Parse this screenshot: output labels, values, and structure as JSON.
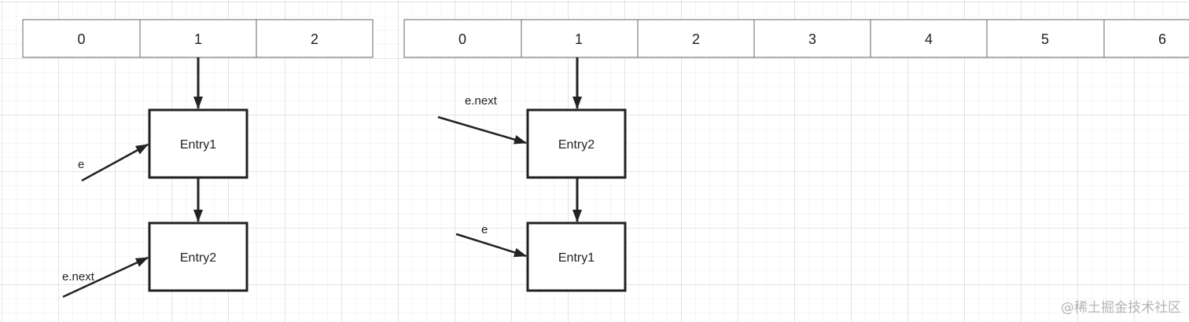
{
  "left_table": {
    "cells": [
      "0",
      "1",
      "2"
    ]
  },
  "right_table": {
    "cells": [
      "0",
      "1",
      "2",
      "3",
      "4",
      "5",
      "6"
    ]
  },
  "left_chain": {
    "nodes": [
      "Entry1",
      "Entry2"
    ],
    "pointers": [
      "e",
      "e.next"
    ]
  },
  "right_chain": {
    "nodes": [
      "Entry2",
      "Entry1"
    ],
    "pointers": [
      "e.next",
      "e"
    ]
  },
  "colors": {
    "stroke": "#222222",
    "node_fill": "#ffffff"
  },
  "watermark": "@稀土掘金技术社区"
}
